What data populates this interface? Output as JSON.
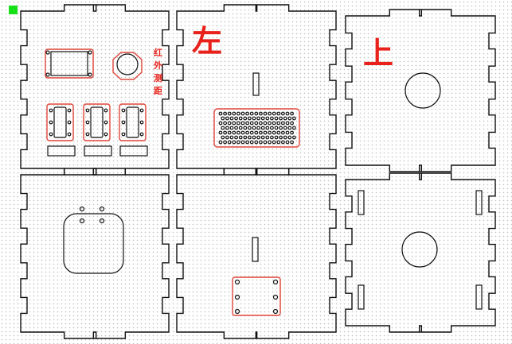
{
  "labels": {
    "left_panel": "左",
    "top_panel": "上",
    "vertical_text": [
      "红",
      "外",
      "测",
      "距"
    ]
  },
  "colors": {
    "marker": "#18e018",
    "annotation": "#e8211a",
    "cut_line": "#111111",
    "highlight": "#e0463a"
  }
}
